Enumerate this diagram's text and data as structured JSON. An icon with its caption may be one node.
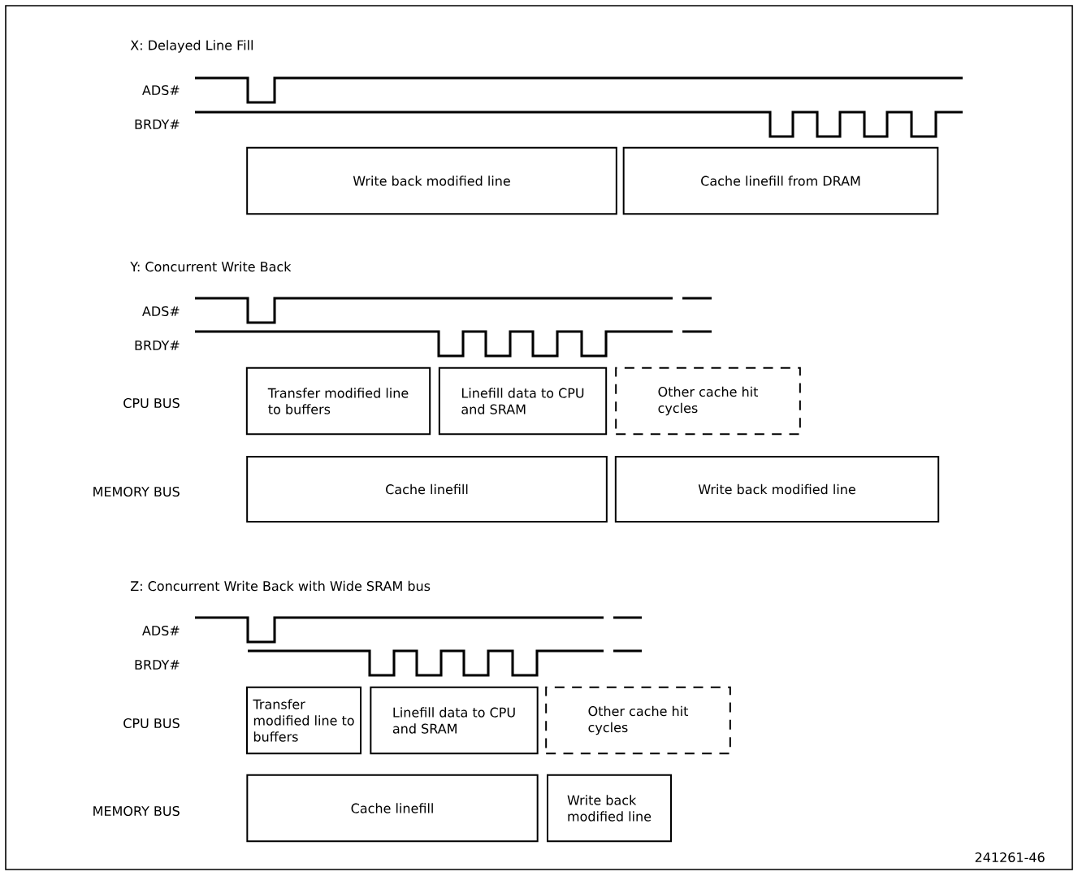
{
  "diagram": {
    "nodes": [
      {
        "text": [
          "Write back modified line"
        ]
      },
      {
        "text": [
          "Cache linefill from DRAM"
        ]
      },
      {
        "text": [
          "Transfer modified line to buffers"
        ]
      },
      {
        "text": [
          "Linefill data to CPU and SRAM"
        ]
      },
      {
        "text": [
          "Other cache hit cycles"
        ]
      },
      {
        "text": [
          "Cache linefill"
        ]
      },
      {
        "text": [
          "Write back modified line"
        ]
      },
      {
        "text": [
          "Transfer modified line to buffers"
        ]
      },
      {
        "text": [
          "Linefill data to CPU and SRAM"
        ]
      },
      {
        "text": [
          "Other cache hit cycles"
        ]
      },
      {
        "text": [
          "Cache linefill"
        ]
      },
      {
        "text": [
          "Write back modified line"
        ]
      }
    ],
    "edges": [],
    "labels": [
      "X: Delayed Line Fill",
      "ADS#",
      "BRDY#",
      "Y: Concurrent Write Back",
      "ADS#",
      "BRDY#",
      "CPU BUS",
      "MEMORY BUS",
      "Z: Concurrent Write Back with Wide SRAM bus",
      "ADS#",
      "BRDY#",
      "CPU BUS",
      "MEMORY BUS",
      "241261-46"
    ]
  }
}
